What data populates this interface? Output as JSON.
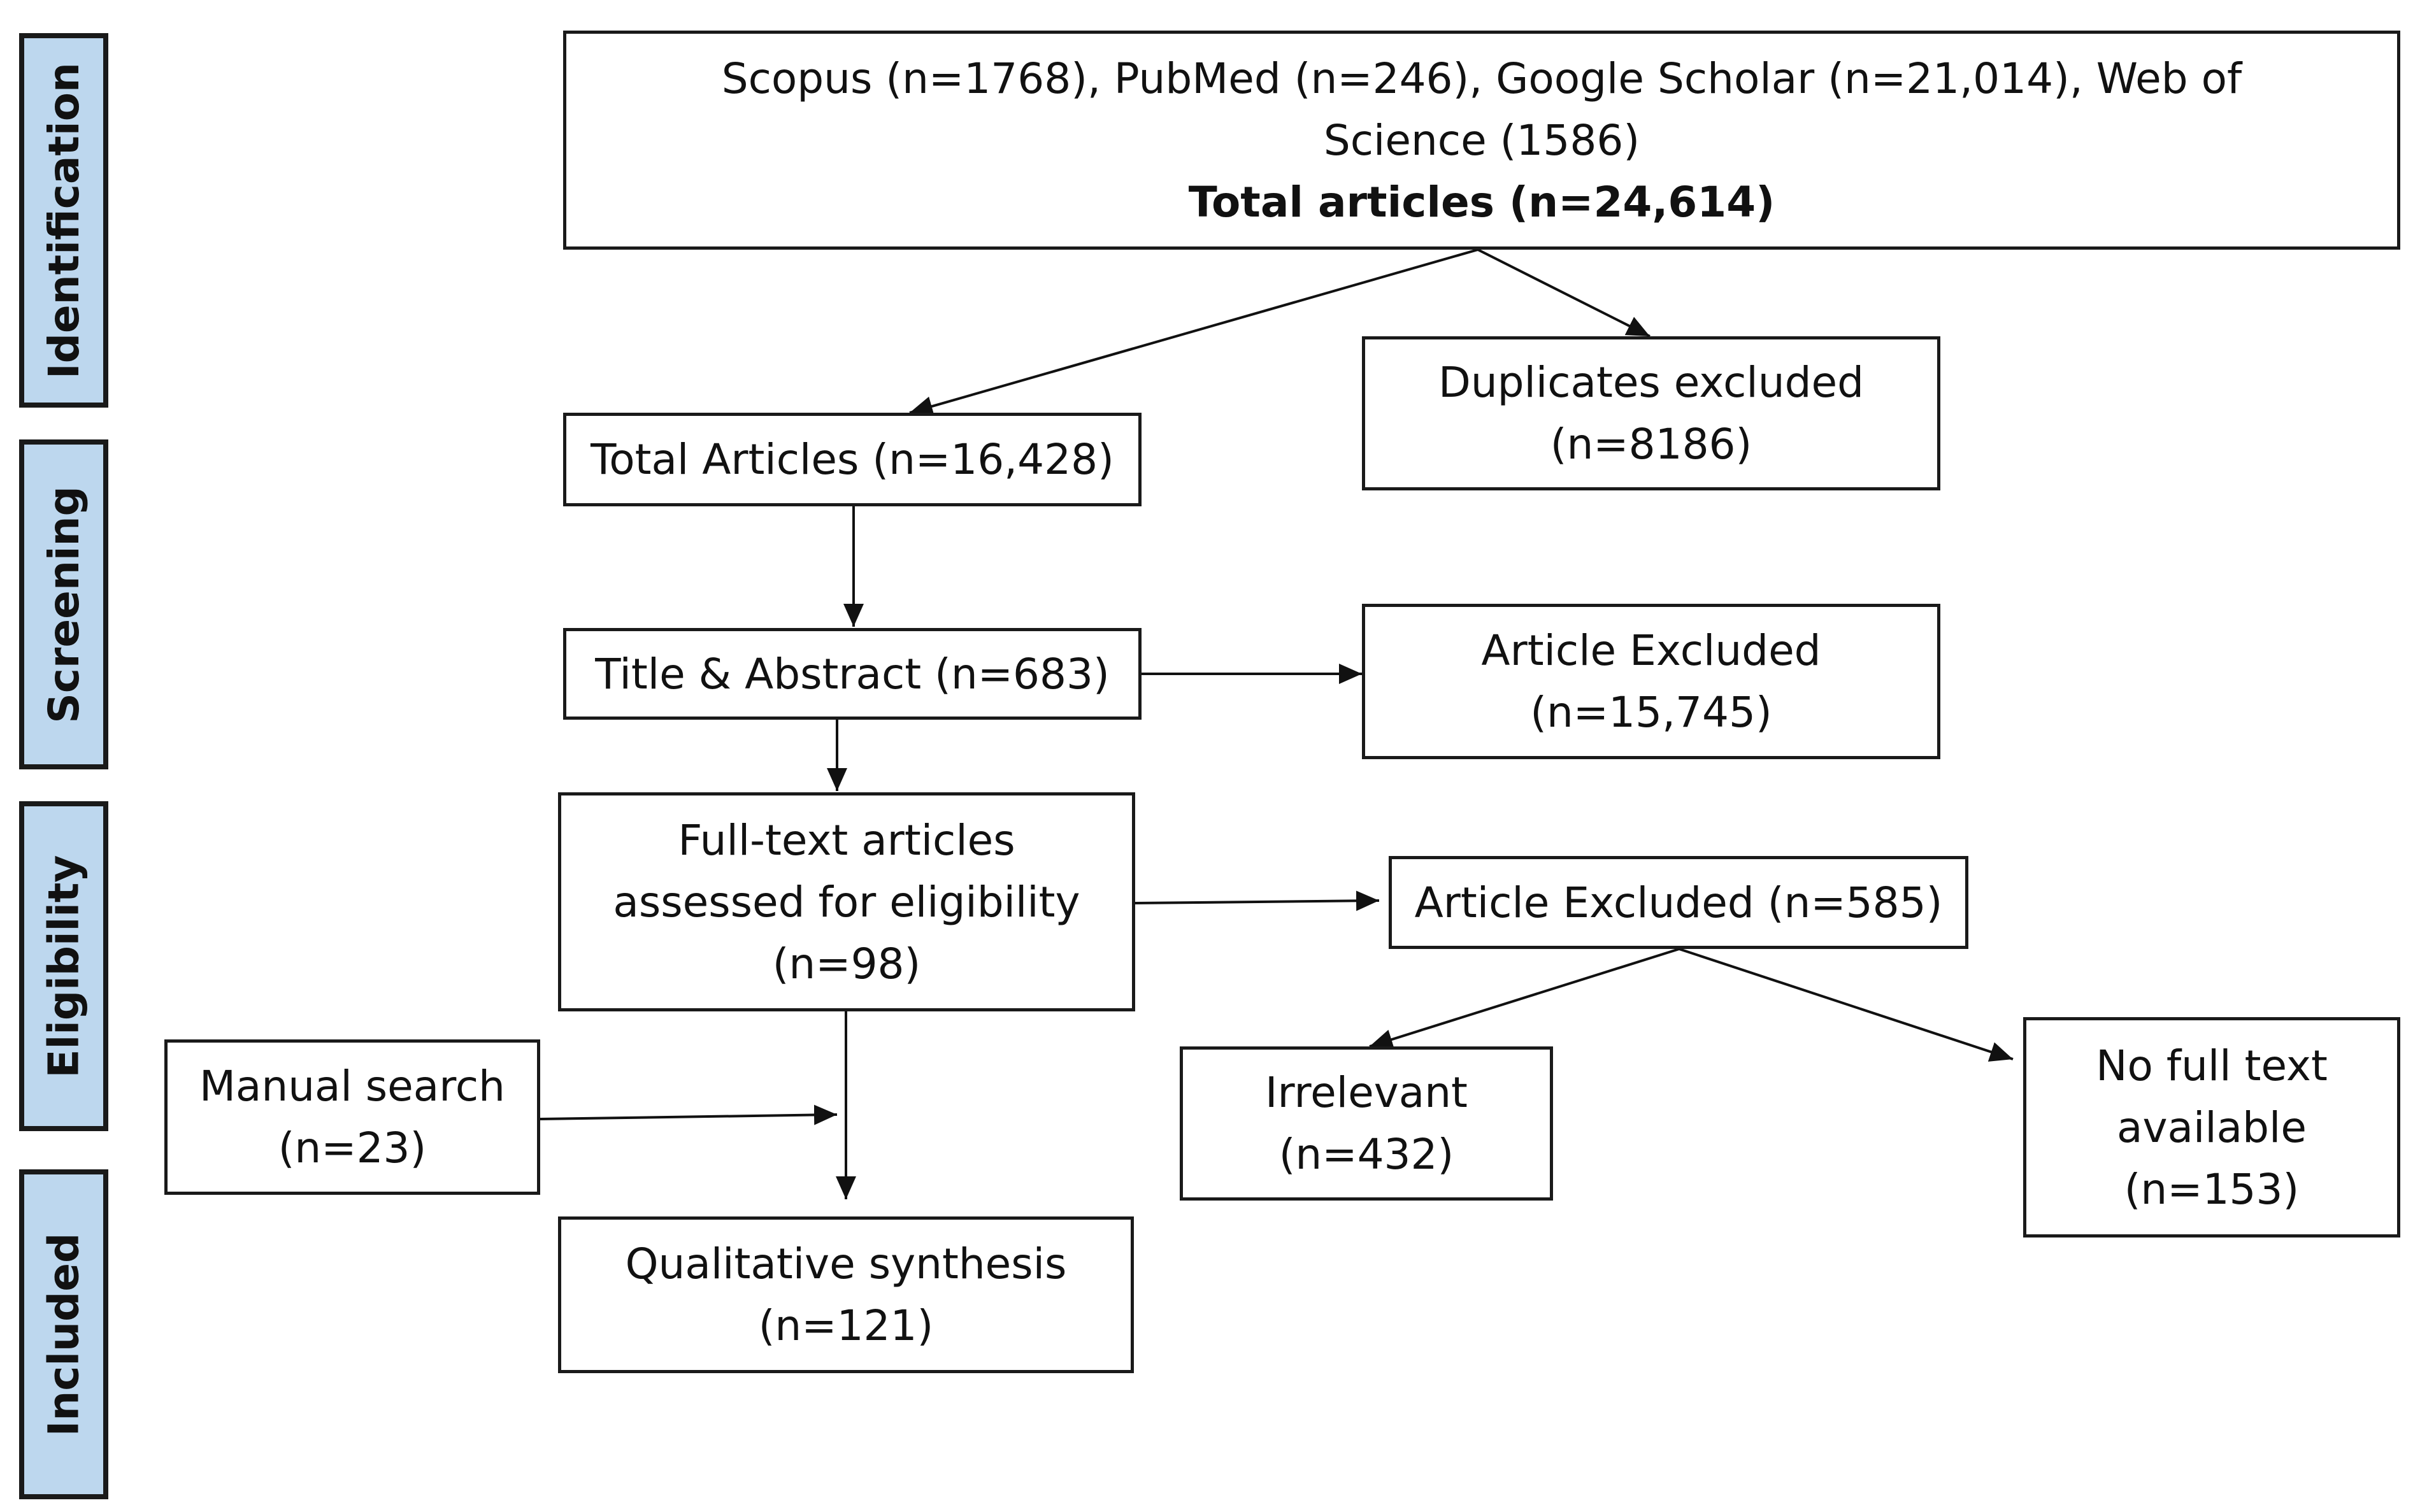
{
  "stages": {
    "identification": "Identification",
    "screening": "Screening",
    "eligibility": "Eligibility",
    "included": "Included"
  },
  "boxes": {
    "databases": {
      "sources": "Scopus (n=1768), PubMed (n=246), Google Scholar (n=21,014), Web of Science (1586)",
      "total": "Total articles (n=24,614)"
    },
    "duplicates": {
      "line1": "Duplicates excluded",
      "line2": "(n=8186)"
    },
    "total_articles": {
      "line1": "Total Articles (n=16,428)"
    },
    "title_abstract": {
      "line1": "Title & Abstract (n=683)"
    },
    "excluded_screening": {
      "line1": "Article Excluded",
      "line2": "(n=15,745)"
    },
    "full_text": {
      "line1": "Full-text articles",
      "line2": "assessed for eligibility",
      "line3": "(n=98)"
    },
    "excluded_eligibility": {
      "line1": "Article Excluded (n=585)"
    },
    "manual_search": {
      "line1": "Manual search",
      "line2": "(n=23)"
    },
    "irrelevant": {
      "line1": "Irrelevant",
      "line2": "(n=432)"
    },
    "no_full_text": {
      "line1": "No full text",
      "line2": "available",
      "line3": "(n=153)"
    },
    "qualitative": {
      "line1": "Qualitative synthesis",
      "line2": "(n=121)"
    }
  }
}
